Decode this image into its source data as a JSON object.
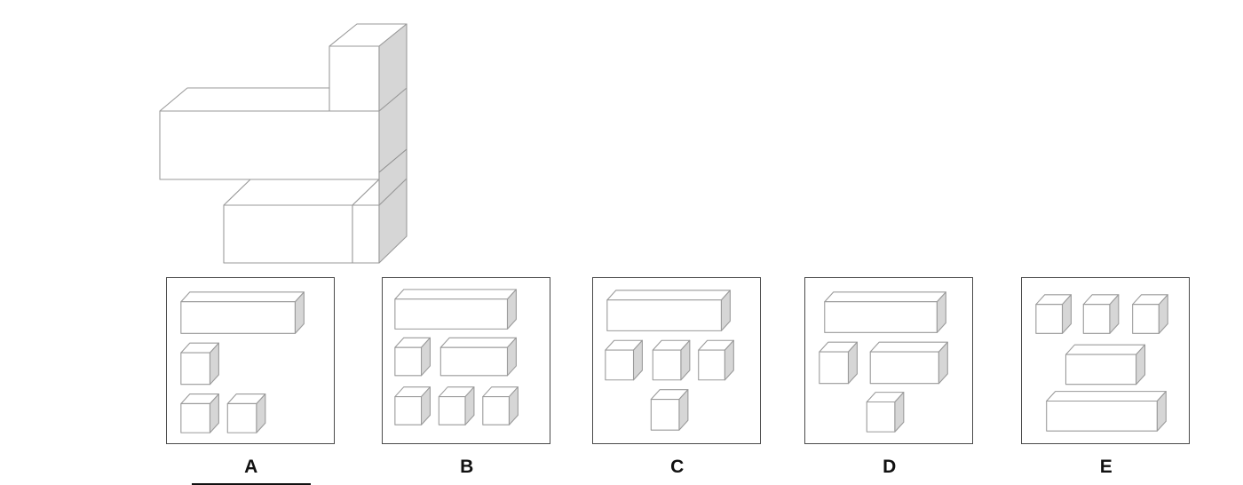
{
  "page": {
    "background_color": "#ffffff",
    "title": "Block assembly spatial reasoning question",
    "type": "multiple-choice-figure"
  },
  "style": {
    "edge_color": "#9a9a9a",
    "box_border_color": "#4a4a4a",
    "face_top": "#ffffff",
    "face_front": "#ffffff",
    "face_side": "#d6d6d6",
    "label_color": "#111111",
    "underline_color": "#111111"
  },
  "prompt_figure": {
    "name": "assembled-block-structure",
    "description": "Isometric assembled structure made of rectangular blocks",
    "parts": [
      {
        "id": "long-bar-upper",
        "shape": "long-block",
        "length_units": 3
      },
      {
        "id": "cube-on-top",
        "shape": "cube",
        "length_units": 1
      },
      {
        "id": "tall-right-slab",
        "shape": "upright-block",
        "length_units": 2
      },
      {
        "id": "long-bar-lower",
        "shape": "long-block",
        "length_units": 2
      },
      {
        "id": "cube-lower-right",
        "shape": "cube",
        "length_units": 1
      }
    ]
  },
  "options": [
    {
      "id": "A",
      "label": "A",
      "selected": true,
      "blocks": [
        {
          "shape": "long-block",
          "row": 1,
          "col": 1,
          "count_units": 3
        },
        {
          "shape": "cube",
          "row": 2,
          "col": 1,
          "count_units": 1
        },
        {
          "shape": "cube",
          "row": 3,
          "col": 1,
          "count_units": 1
        },
        {
          "shape": "cube",
          "row": 3,
          "col": 2,
          "count_units": 1
        }
      ],
      "block_summary": "1 long block, 3 cubes"
    },
    {
      "id": "B",
      "label": "B",
      "selected": false,
      "blocks": [
        {
          "shape": "long-block",
          "row": 1,
          "col": 1,
          "count_units": 3
        },
        {
          "shape": "cube",
          "row": 2,
          "col": 1,
          "count_units": 1
        },
        {
          "shape": "medium-block",
          "row": 2,
          "col": 2,
          "count_units": 2
        },
        {
          "shape": "cube",
          "row": 3,
          "col": 1,
          "count_units": 1
        },
        {
          "shape": "cube",
          "row": 3,
          "col": 2,
          "count_units": 1
        },
        {
          "shape": "cube",
          "row": 3,
          "col": 3,
          "count_units": 1
        }
      ],
      "block_summary": "1 long block, 1 medium block, 4 cubes"
    },
    {
      "id": "C",
      "label": "C",
      "selected": false,
      "blocks": [
        {
          "shape": "long-block",
          "row": 1,
          "col": 1,
          "count_units": 3
        },
        {
          "shape": "cube",
          "row": 2,
          "col": 1,
          "count_units": 1
        },
        {
          "shape": "cube",
          "row": 2,
          "col": 2,
          "count_units": 1
        },
        {
          "shape": "cube",
          "row": 2,
          "col": 3,
          "count_units": 1
        },
        {
          "shape": "cube",
          "row": 3,
          "col": 2,
          "count_units": 1
        }
      ],
      "block_summary": "1 long block, 4 cubes"
    },
    {
      "id": "D",
      "label": "D",
      "selected": false,
      "blocks": [
        {
          "shape": "long-block",
          "row": 1,
          "col": 1,
          "count_units": 3
        },
        {
          "shape": "cube",
          "row": 2,
          "col": 1,
          "count_units": 1
        },
        {
          "shape": "medium-block",
          "row": 2,
          "col": 2,
          "count_units": 2
        },
        {
          "shape": "cube",
          "row": 3,
          "col": 2,
          "count_units": 1
        }
      ],
      "block_summary": "1 long block, 1 medium block, 2 cubes"
    },
    {
      "id": "E",
      "label": "E",
      "selected": false,
      "blocks": [
        {
          "shape": "cube",
          "row": 1,
          "col": 1,
          "count_units": 1
        },
        {
          "shape": "cube",
          "row": 1,
          "col": 2,
          "count_units": 1
        },
        {
          "shape": "cube",
          "row": 1,
          "col": 3,
          "count_units": 1
        },
        {
          "shape": "medium-block",
          "row": 2,
          "col": 1,
          "count_units": 2
        },
        {
          "shape": "long-block",
          "row": 3,
          "col": 1,
          "count_units": 3
        }
      ],
      "block_summary": "1 long block, 1 medium block, 3 cubes"
    }
  ]
}
